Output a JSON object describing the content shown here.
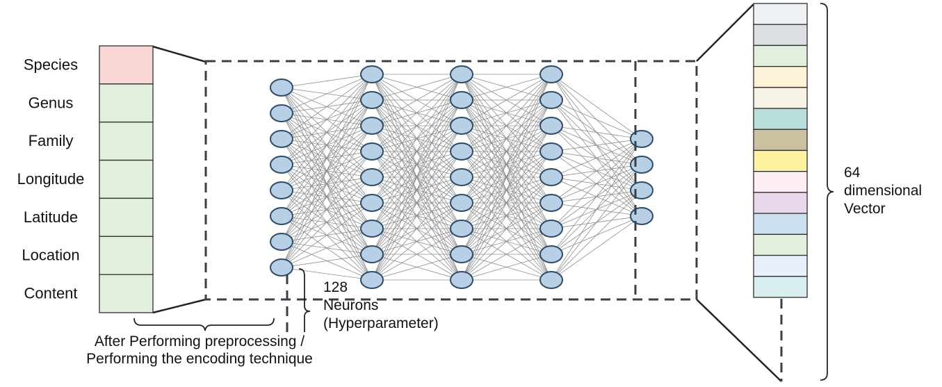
{
  "input_features": [
    "Species",
    "Genus",
    "Family",
    "Longitude",
    "Latitude",
    "Location",
    "Content"
  ],
  "input_colors": [
    "#f9d6d6",
    "#e1efdc",
    "#e1efdc",
    "#e1efdc",
    "#e1efdc",
    "#e1efdc",
    "#e1efdc"
  ],
  "layers": [
    8,
    9,
    9,
    9,
    4
  ],
  "neuron_annotation": [
    "128",
    "Neurons",
    "(Hyperparameter)"
  ],
  "output_vector_colors": [
    "#eef1f3",
    "#dcdfe3",
    "#e2efdd",
    "#fdf2d6",
    "#f6f2e4",
    "#b9e0db",
    "#cbc1a0",
    "#fcf2a0",
    "#fdeef2",
    "#ead6ea",
    "#cde0f1",
    "#e2efdd",
    "#eaf0fb",
    "#d9eeee"
  ],
  "output_annotation": [
    "64",
    "dimensional",
    "Vector"
  ],
  "preprocessing_caption": [
    "After Performing preprocessing /",
    "Performing the encoding technique"
  ]
}
